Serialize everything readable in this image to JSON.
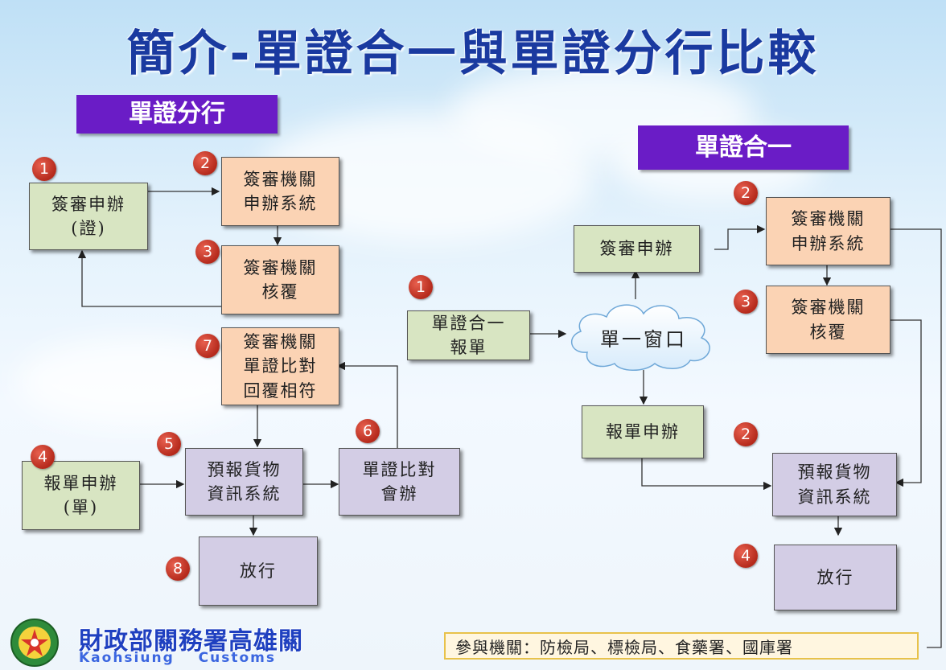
{
  "title": "簡介-單證合一與單證分行比較",
  "left": {
    "header": "單證分行",
    "boxes": {
      "apply_cert": "簽審申辦\n(證)",
      "agency_system": "簽審機關\n申辦系統",
      "agency_approve": "簽審機關\n核覆",
      "agency_compare": "簽審機關\n單證比對\n回覆相符",
      "declare": "報單申辦\n(單)",
      "precargo": "預報貨物\n資訊系統",
      "compare_joint": "單證比對\n會辦",
      "release": "放行"
    },
    "numbers": [
      "1",
      "2",
      "3",
      "7",
      "4",
      "5",
      "6",
      "8"
    ]
  },
  "middle": {
    "declare_single": "單證合一\n報單",
    "window": "單一窗口",
    "number": "1"
  },
  "right": {
    "header": "單證合一",
    "boxes": {
      "apply": "簽審申辦",
      "agency_system": "簽審機關\n申辦系統",
      "agency_approve": "簽審機關\n核覆",
      "declare": "報單申辦",
      "precargo": "預報貨物\n資訊系統",
      "release": "放行"
    },
    "numbers": [
      "2",
      "3",
      "2",
      "4"
    ]
  },
  "note": "參與機關：防檢局、標檢局、食藥署、國庫署",
  "org": {
    "name_zh": "財政部關務署高雄關",
    "name_en": "Kaohsiung Customs"
  }
}
